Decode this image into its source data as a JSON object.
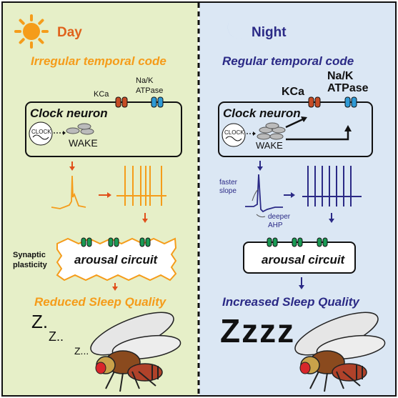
{
  "day": {
    "title": "Day",
    "code": "Irregular temporal code",
    "neuron": "Clock neuron",
    "kca": "KCa",
    "nak": "Na/K ATPase",
    "clock": "CLOCK",
    "wake": "WAKE",
    "arousal": "arousal circuit",
    "synaptic": "Synaptic plasticity",
    "sleep": "Reduced Sleep Quality",
    "z1": "Z.",
    "z2": "Z..",
    "z3": "Z..."
  },
  "night": {
    "title": "Night",
    "code": "Regular temporal code",
    "neuron": "Clock neuron",
    "kca": "KCa",
    "nak": "Na/K ATPase",
    "clock": "CLOCK",
    "wake": "WAKE",
    "faster": "faster slope",
    "deeper": "deeper AHP",
    "arousal": "arousal circuit",
    "sleep": "Increased Sleep Quality",
    "zz": "Zzzz"
  },
  "colors": {
    "day_bg": "#e6efc8",
    "night_bg": "#dbe7f4",
    "day_orange": "#f59c1a",
    "day_red": "#e0501b",
    "night_navy": "#2b2a86",
    "kca_channel": "#c64c25",
    "nak_channel": "#2e9ad6",
    "synapse_green": "#1a9a54"
  },
  "icons": {
    "day": "sun-icon",
    "night": "moon-icon",
    "organism": "fruit-fly-illustration"
  }
}
